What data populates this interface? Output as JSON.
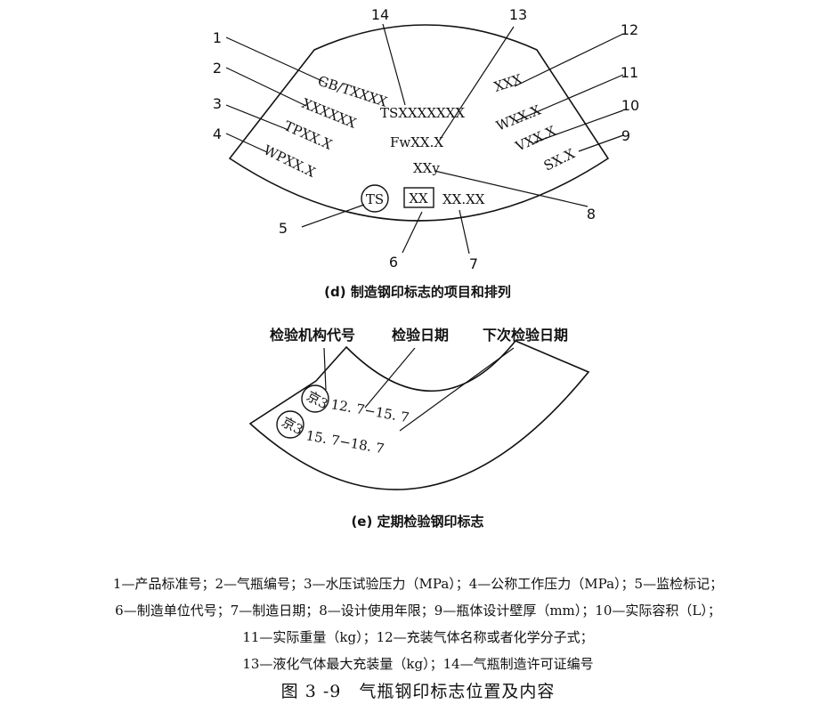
{
  "diagram_d": {
    "stamps": {
      "gb": "GB/TXXXX",
      "ts_code": "TSXXXXXXX",
      "serial": "XXXXXX",
      "tp": "TPXX.X",
      "wp": "WPXX.X",
      "fw": "FwXX.X",
      "gas": "XXX",
      "w": "WXX.X",
      "v": "VXX.X",
      "s": "SX.X",
      "life": "XXy",
      "ts_mark": "TS",
      "maker": "XX",
      "date": "XX.XX"
    },
    "callouts": [
      "1",
      "2",
      "3",
      "4",
      "5",
      "6",
      "7",
      "8",
      "9",
      "10",
      "11",
      "12",
      "13",
      "14"
    ],
    "caption": "(d) 制造钢印标志的项目和排列"
  },
  "diagram_e": {
    "labels": {
      "agency": "检验机构代号",
      "inspect_date": "检验日期",
      "next_date": "下次检验日期"
    },
    "stamps": {
      "agency_code_1": "京3",
      "dates_1": "12. 7−15. 7",
      "agency_code_2": "京3",
      "dates_2": "15. 7−18. 7"
    },
    "caption": "(e) 定期检验钢印标志"
  },
  "legend": [
    "1—产品标准号；2—气瓶编号；3—水压试验压力（MPa）；4—公称工作压力（MPa）；5—监检标记；",
    "6—制造单位代号；7—制造日期；8—设计使用年限；9—瓶体设计壁厚（mm）；10—实际容积（L）；",
    "11—实际重量（kg）；12—充装气体名称或者化学分子式；",
    "13—液化气体最大充装量（kg）；14—气瓶制造许可证编号"
  ],
  "figure_title": "图 3 -9　气瓶钢印标志位置及内容"
}
